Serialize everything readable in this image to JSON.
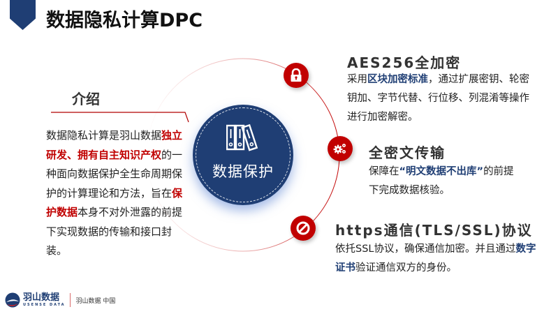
{
  "header": {
    "title": "数据隐私计算DPC"
  },
  "intro": {
    "heading": "介绍",
    "segments": {
      "s1": "数据隐私计算是羽山数据",
      "s2": "独立研发、拥有自主知识产权",
      "s3": "的一种面向数据保护全生命周期保护的计算理论和方法，旨在",
      "s4": "保护数据",
      "s5": "本身不对外泄露的前提下实现数据的传输和接口封装。"
    }
  },
  "center": {
    "icon": "binders-icon",
    "label": "数据保护",
    "color": "#1f3e74"
  },
  "features": [
    {
      "icon": "lock-icon",
      "title": "AES256全加密",
      "desc_pre": "采用",
      "desc_hl": "区块加密标准",
      "desc_post": "，通过扩展密钥、轮密钥加、字节代替、行位移、列混淆等操作进行加密解密。"
    },
    {
      "icon": "gears-icon",
      "title": "全密文传输",
      "desc_pre": "保障在",
      "desc_hl": "“明文数据不出库”",
      "desc_post": "的前提下完成数据核验。"
    },
    {
      "icon": "ban-icon",
      "title": "https通信(TLS/SSL)协议",
      "desc_pre": "依托SSL协议，确保通信加密。并且通过",
      "desc_hl": "数字证书",
      "desc_post": "验证通信双方的身份。"
    }
  ],
  "footer": {
    "logo_cn": "羽山数据",
    "logo_en": "USENSE DATA",
    "slogan": "羽山数据 中国"
  },
  "colors": {
    "accent_red": "#c10000",
    "brand_blue": "#1f3e74"
  }
}
